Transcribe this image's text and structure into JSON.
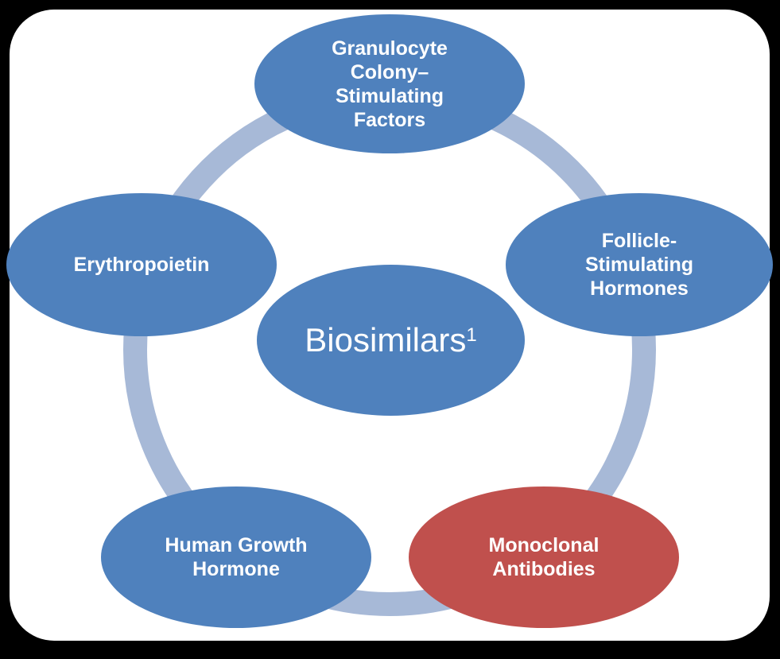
{
  "center": {
    "label": "Biosimilars",
    "superscript": "1"
  },
  "nodes": [
    {
      "id": "granulocyte",
      "label": "Granulocyte\nColony–\nStimulating\nFactors",
      "color": "#4f81bd"
    },
    {
      "id": "follicle",
      "label": "Follicle-\nStimulating\nHormones",
      "color": "#4f81bd"
    },
    {
      "id": "monoclonal",
      "label": "Monoclonal\nAntibodies",
      "color": "#c0504d"
    },
    {
      "id": "growth-hormone",
      "label": "Human Growth\nHormone",
      "color": "#4f81bd"
    },
    {
      "id": "erythropoietin",
      "label": "Erythropoietin",
      "color": "#4f81bd"
    }
  ],
  "colors": {
    "background": "#000000",
    "panel": "#ffffff",
    "node": "#4f81bd",
    "highlight": "#c0504d",
    "ring": "#a7b9d7"
  }
}
